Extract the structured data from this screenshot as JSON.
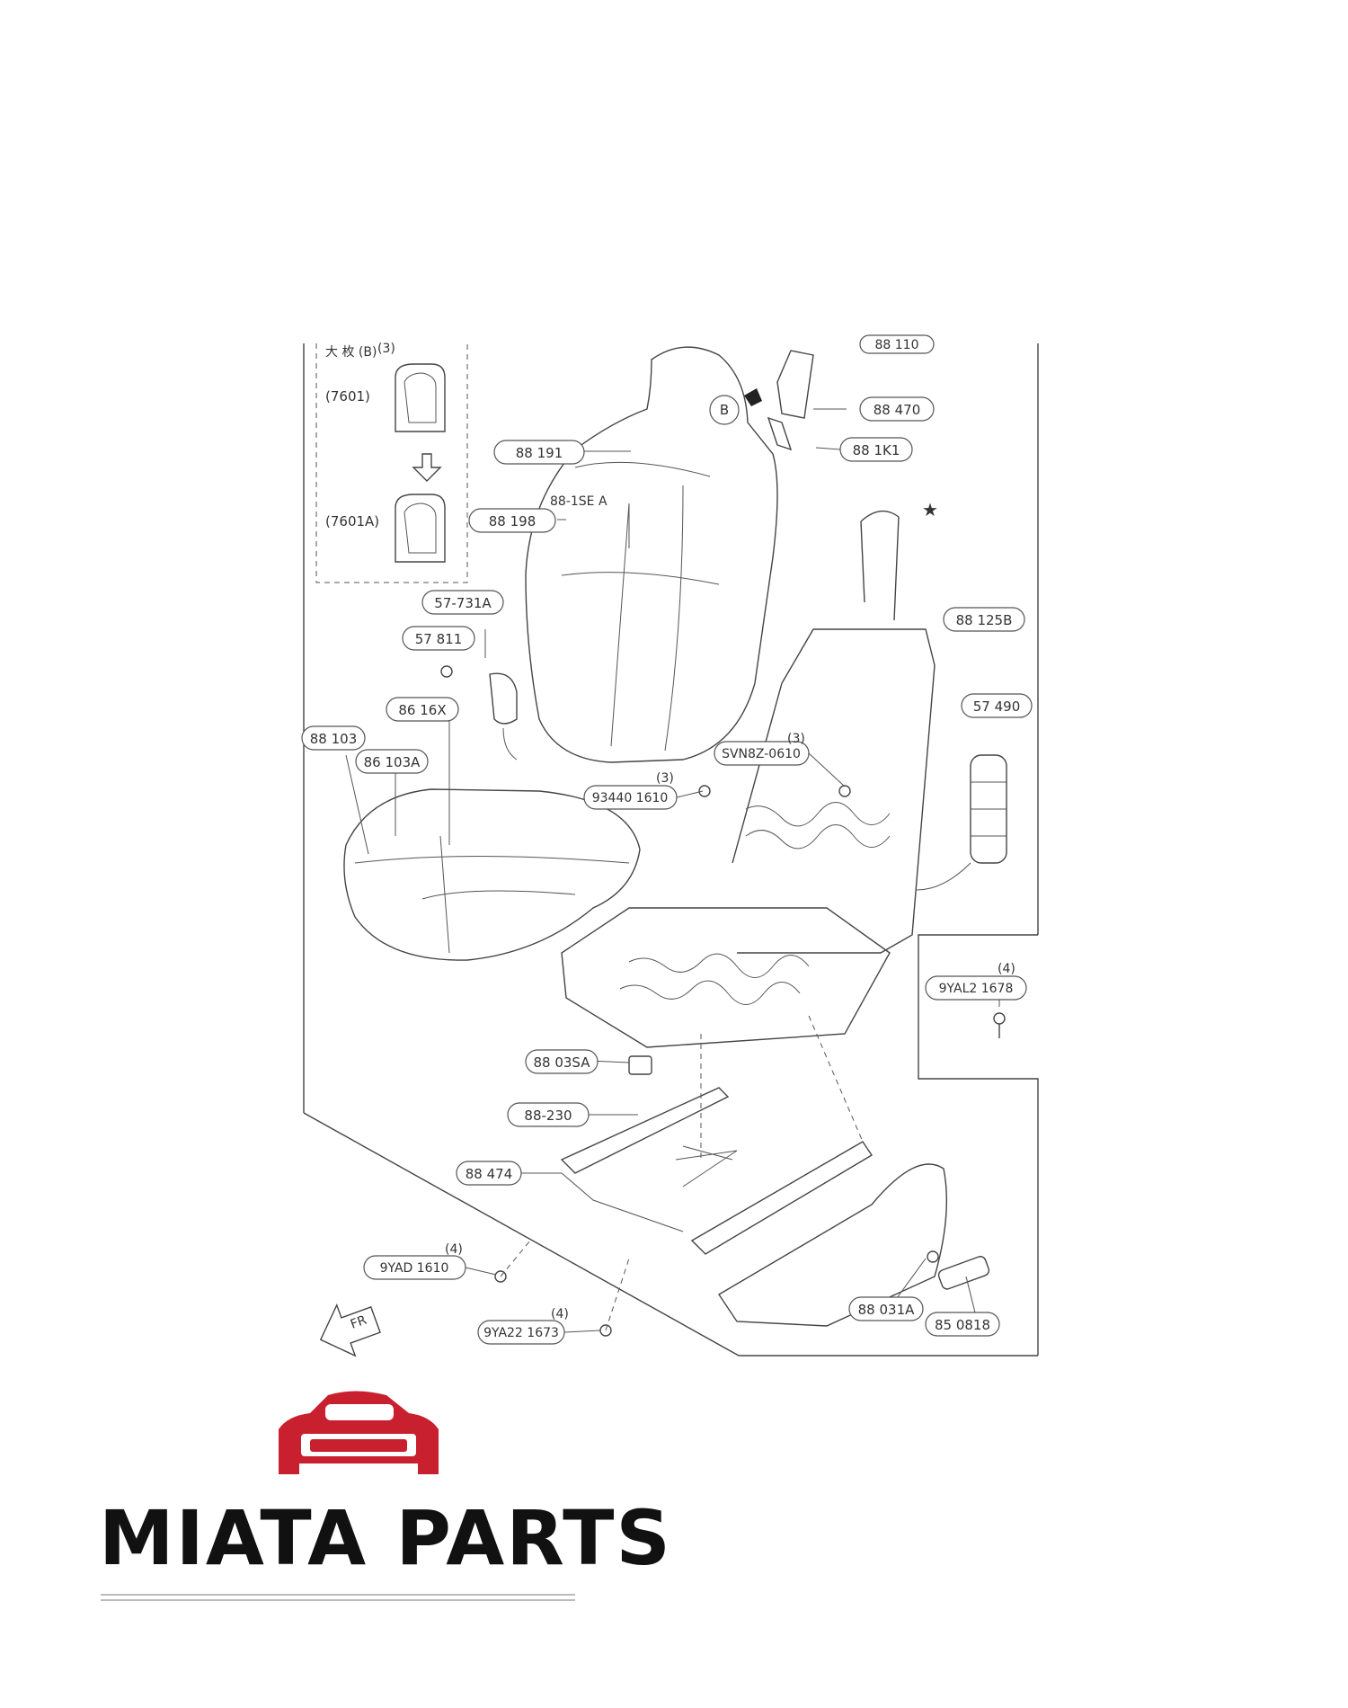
{
  "diagram": {
    "inset_header": "大 枚 (B)",
    "part_numbers": {
      "p7601": "(7601)",
      "p7601a": "(7601A)",
      "p88191": "88 191",
      "p881SE": "88-1SE A",
      "p88198": "88 198",
      "p57731a": "57-731A",
      "p57811": "57 811",
      "p8816x": "86 16X",
      "p88103": "88 103",
      "p8810ea": "86 103A",
      "p88470": "88 470",
      "p881k1": "88 1K1",
      "p88125b": "88 125B",
      "p57490": "57 490",
      "psvn": "SVN8Z-0610",
      "p93440": "93440 1610",
      "p9yal": "9YAL2 1678",
      "p8803sa": "88 03SA",
      "p88230": "88-230",
      "p88474": "88 474",
      "p9yad": "9YAD 1610",
      "p9ya22": "9YA22 1673",
      "p88031a": "88 031A",
      "p880818": "85 0818",
      "pB": "B",
      "ptop": "88 110"
    },
    "bubble_marks": {
      "m1": "(3)",
      "m2": "(3)",
      "m3": "(3)",
      "m4": "(4)",
      "m5": "(4)",
      "m6": "(4)"
    },
    "star": "★",
    "fr_label": "FR"
  },
  "logo": {
    "brand": "MIATA PARTS",
    "accent_color": "#c8202e"
  }
}
